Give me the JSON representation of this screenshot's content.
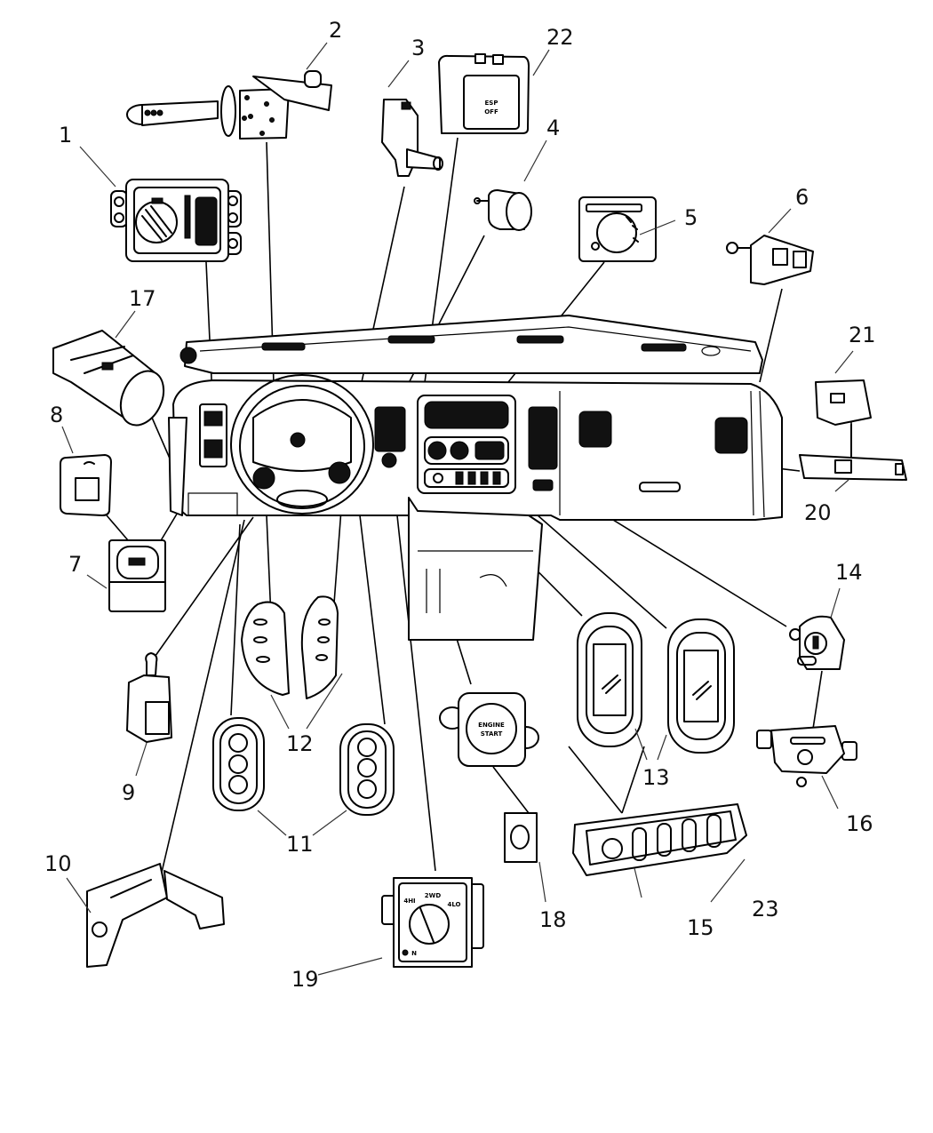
{
  "diagram": {
    "title": "Instrument Panel Switches and Controls - Exploded Parts View",
    "ink_color": "#000000",
    "background_color": "#ffffff"
  },
  "callouts": [
    {
      "number": "1",
      "part": "headlamp-switch"
    },
    {
      "number": "2",
      "part": "multifunction-switch"
    },
    {
      "number": "3",
      "part": "ignition-switch"
    },
    {
      "number": "4",
      "part": "switch-knob"
    },
    {
      "number": "5",
      "part": "dimmer-control"
    },
    {
      "number": "6",
      "part": "brake-lamp-switch"
    },
    {
      "number": "7",
      "part": "power-window-switch"
    },
    {
      "number": "8",
      "part": "switch-bezel"
    },
    {
      "number": "9",
      "part": "clutch-switch"
    },
    {
      "number": "10",
      "part": "adjustable-pedal-switch"
    },
    {
      "number": "11",
      "part": "steering-wheel-speed-control-switches"
    },
    {
      "number": "12",
      "part": "steering-wheel-radio-control-switches"
    },
    {
      "number": "13",
      "part": "heated-seat-switches"
    },
    {
      "number": "14",
      "part": "power-outlet-switch"
    },
    {
      "number": "15",
      "part": "accessory-switch-bank"
    },
    {
      "number": "16",
      "part": "transfer-case-switch"
    },
    {
      "number": "17",
      "part": "fog-lamp-switch-module"
    },
    {
      "number": "18",
      "part": "remote-start-bezel"
    },
    {
      "number": "19",
      "part": "rotary-mode-selector"
    },
    {
      "number": "20",
      "part": "airbag-disable-switch"
    },
    {
      "number": "21",
      "part": "passenger-airbag-indicator"
    },
    {
      "number": "22",
      "part": "esp-off-switch-module"
    },
    {
      "number": "23",
      "part": "switch-bank-bezel"
    }
  ],
  "part_labels": {
    "esp_line1": "ESP",
    "esp_line2": "OFF",
    "engine_line1": "ENGINE",
    "engine_line2": "START",
    "selector_top": "2WD",
    "selector_left": "4HI",
    "selector_right": "4LO",
    "selector_bottom": "N"
  }
}
